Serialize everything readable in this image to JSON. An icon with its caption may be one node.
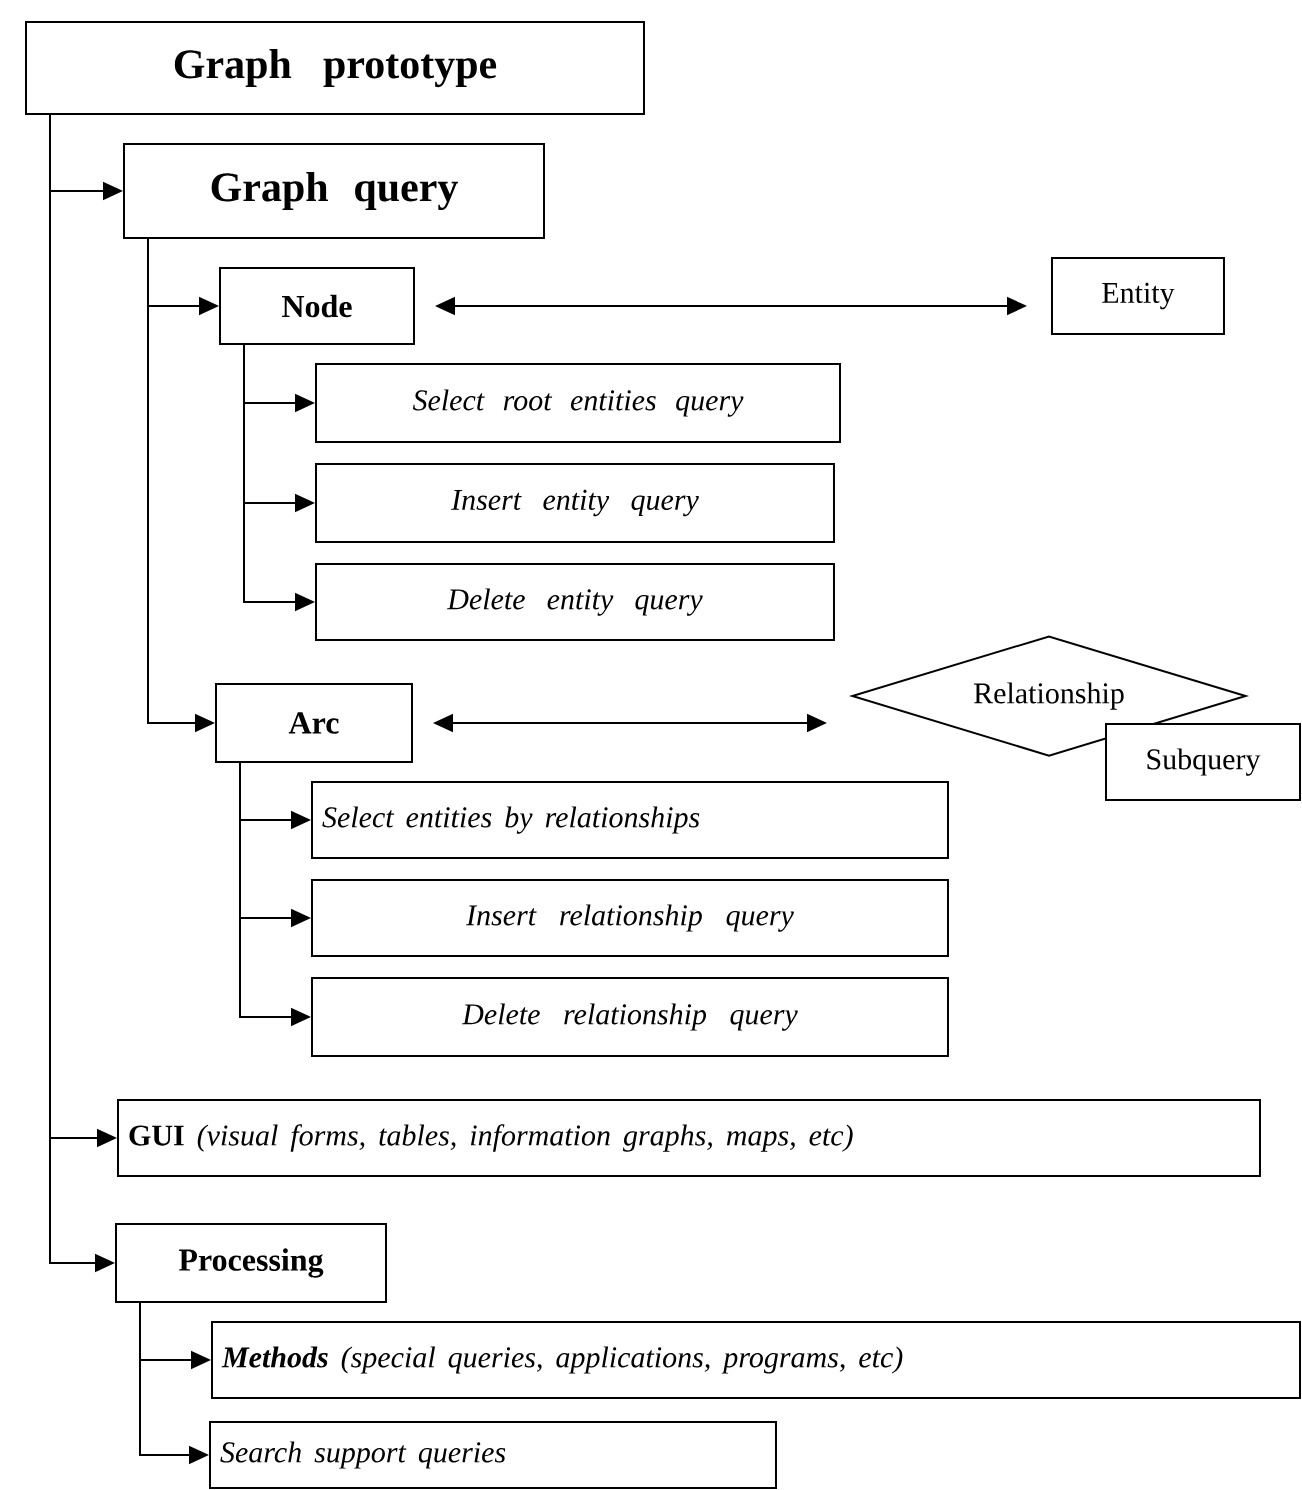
{
  "diagram": {
    "nodes": [
      {
        "text": [
          "Graph prototype"
        ]
      },
      {
        "text": [
          "Graph query"
        ]
      },
      {
        "text": [
          "Node"
        ]
      },
      {
        "text": [
          "Entity"
        ]
      },
      {
        "text": [
          "Select root entities query"
        ]
      },
      {
        "text": [
          "Insert entity query"
        ]
      },
      {
        "text": [
          "Delete entity query"
        ]
      },
      {
        "text": [
          "Arc"
        ]
      },
      {
        "text": [
          "Relationship"
        ]
      },
      {
        "text": [
          "Subquery"
        ]
      },
      {
        "text": [
          "Select entities by relationships"
        ]
      },
      {
        "text": [
          "Insert relationship query"
        ]
      },
      {
        "text": [
          "Delete relationship query"
        ]
      },
      {
        "text": [
          "**GUI** *(visual forms, tables, information graphs, maps, etc)*"
        ]
      },
      {
        "text": [
          "Processing"
        ]
      },
      {
        "text": [
          "**Methods** (special queries, applications, programs, etc)"
        ]
      },
      {
        "text": [
          "Search support queries"
        ]
      }
    ],
    "edges": [
      {
        "from": 0,
        "to": 1,
        "arrow": "to"
      },
      {
        "from": 1,
        "to": 2,
        "arrow": "to"
      },
      {
        "from": 2,
        "to": 3,
        "arrow": "both"
      },
      {
        "from": 2,
        "to": 4,
        "arrow": "to"
      },
      {
        "from": 2,
        "to": 5,
        "arrow": "to"
      },
      {
        "from": 2,
        "to": 6,
        "arrow": "to"
      },
      {
        "from": 1,
        "to": 7,
        "arrow": "to"
      },
      {
        "from": 7,
        "to": 8,
        "arrow": "both"
      },
      {
        "from": 7,
        "to": 10,
        "arrow": "to"
      },
      {
        "from": 7,
        "to": 11,
        "arrow": "to"
      },
      {
        "from": 7,
        "to": 12,
        "arrow": "to"
      },
      {
        "from": 0,
        "to": 13,
        "arrow": "to"
      },
      {
        "from": 0,
        "to": 14,
        "arrow": "to"
      },
      {
        "from": 14,
        "to": 15,
        "arrow": "to"
      },
      {
        "from": 14,
        "to": 16,
        "arrow": "to"
      }
    ]
  }
}
